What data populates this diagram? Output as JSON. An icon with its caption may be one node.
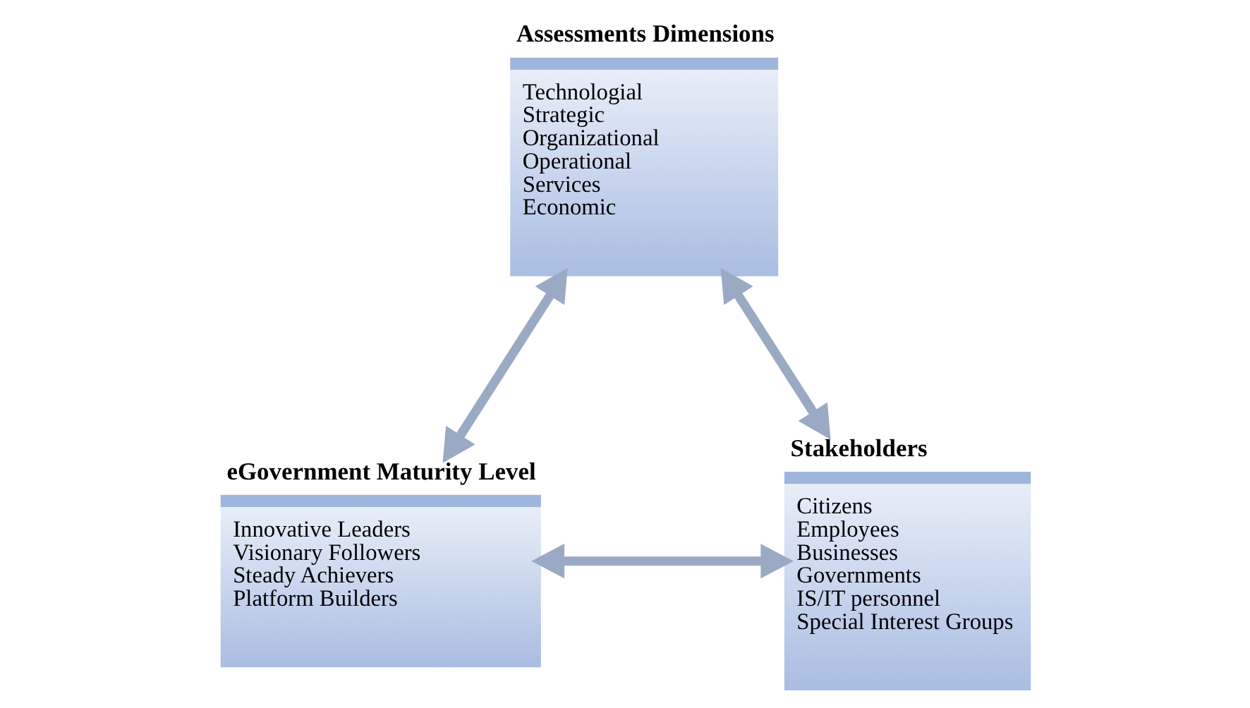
{
  "diagram": {
    "nodes": [
      {
        "text": [
          "Assessments Dimensions",
          "Technologial",
          "Strategic",
          "Organizational",
          "Operational",
          "Services",
          "Economic"
        ]
      },
      {
        "text": [
          "eGovernment Maturity Level",
          "Innovative Leaders",
          "Visionary Followers",
          "Steady Achievers",
          "Platform Builders"
        ]
      },
      {
        "text": [
          "Stakeholders",
          "Citizens",
          "Employees",
          "Businesses",
          "Governments",
          "IS/IT personnel",
          "Special Interest Groups"
        ]
      }
    ],
    "edges": [
      {
        "from": 0,
        "to": 1,
        "arrow": "both"
      },
      {
        "from": 0,
        "to": 2,
        "arrow": "both"
      },
      {
        "from": 1,
        "to": 2,
        "arrow": "both"
      }
    ]
  }
}
